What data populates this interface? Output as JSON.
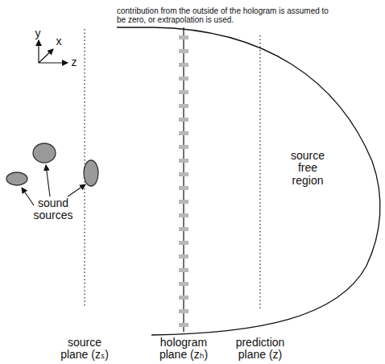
{
  "diagram": {
    "labels": [
      "contribution from the outside of the hologram is assumed to be zero, or extrapolation is used.",
      "y",
      "x",
      "z",
      "sound sources",
      "source free region",
      "source plane (zₛ)",
      "hologram plane (zₕ)",
      "prediction plane (z)"
    ]
  }
}
